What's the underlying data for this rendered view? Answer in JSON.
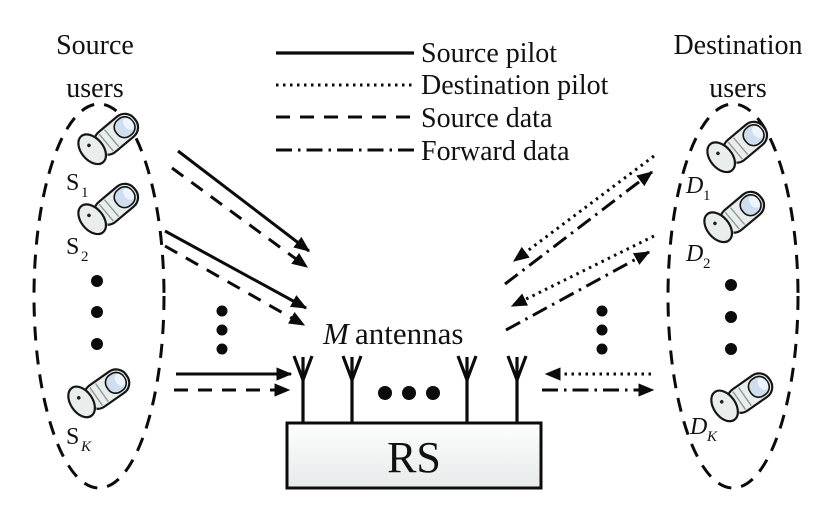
{
  "source_group": {
    "title_line1": "Source",
    "title_line2": "users",
    "users": [
      {
        "base": "S",
        "sub": "1"
      },
      {
        "base": "S",
        "sub": "2"
      },
      {
        "base": "S",
        "sub": "K"
      }
    ]
  },
  "destination_group": {
    "title_line1": "Destination",
    "title_line2": "users",
    "users": [
      {
        "base": "D",
        "sub": "1"
      },
      {
        "base": "D",
        "sub": "2"
      },
      {
        "base": "D",
        "sub": "K"
      }
    ]
  },
  "legend": {
    "items": [
      {
        "label": "Source pilot",
        "style": "solid"
      },
      {
        "label": "Destination pilot",
        "style": "dotted"
      },
      {
        "label": "Source data",
        "style": "dashed"
      },
      {
        "label": "Forward data",
        "style": "dashdot"
      }
    ]
  },
  "relay": {
    "box_label": "RS",
    "antenna_count_symbol": "M",
    "antenna_word": "antennas"
  },
  "colors": {
    "line": "#0b0b0b",
    "phone_body": "#e9eeec",
    "phone_screen": "#cfdeef",
    "phone_screen_highlight": "#eef4fb",
    "rs_fill_top": "#fdfefe",
    "rs_fill_bottom": "#e7eaea"
  }
}
